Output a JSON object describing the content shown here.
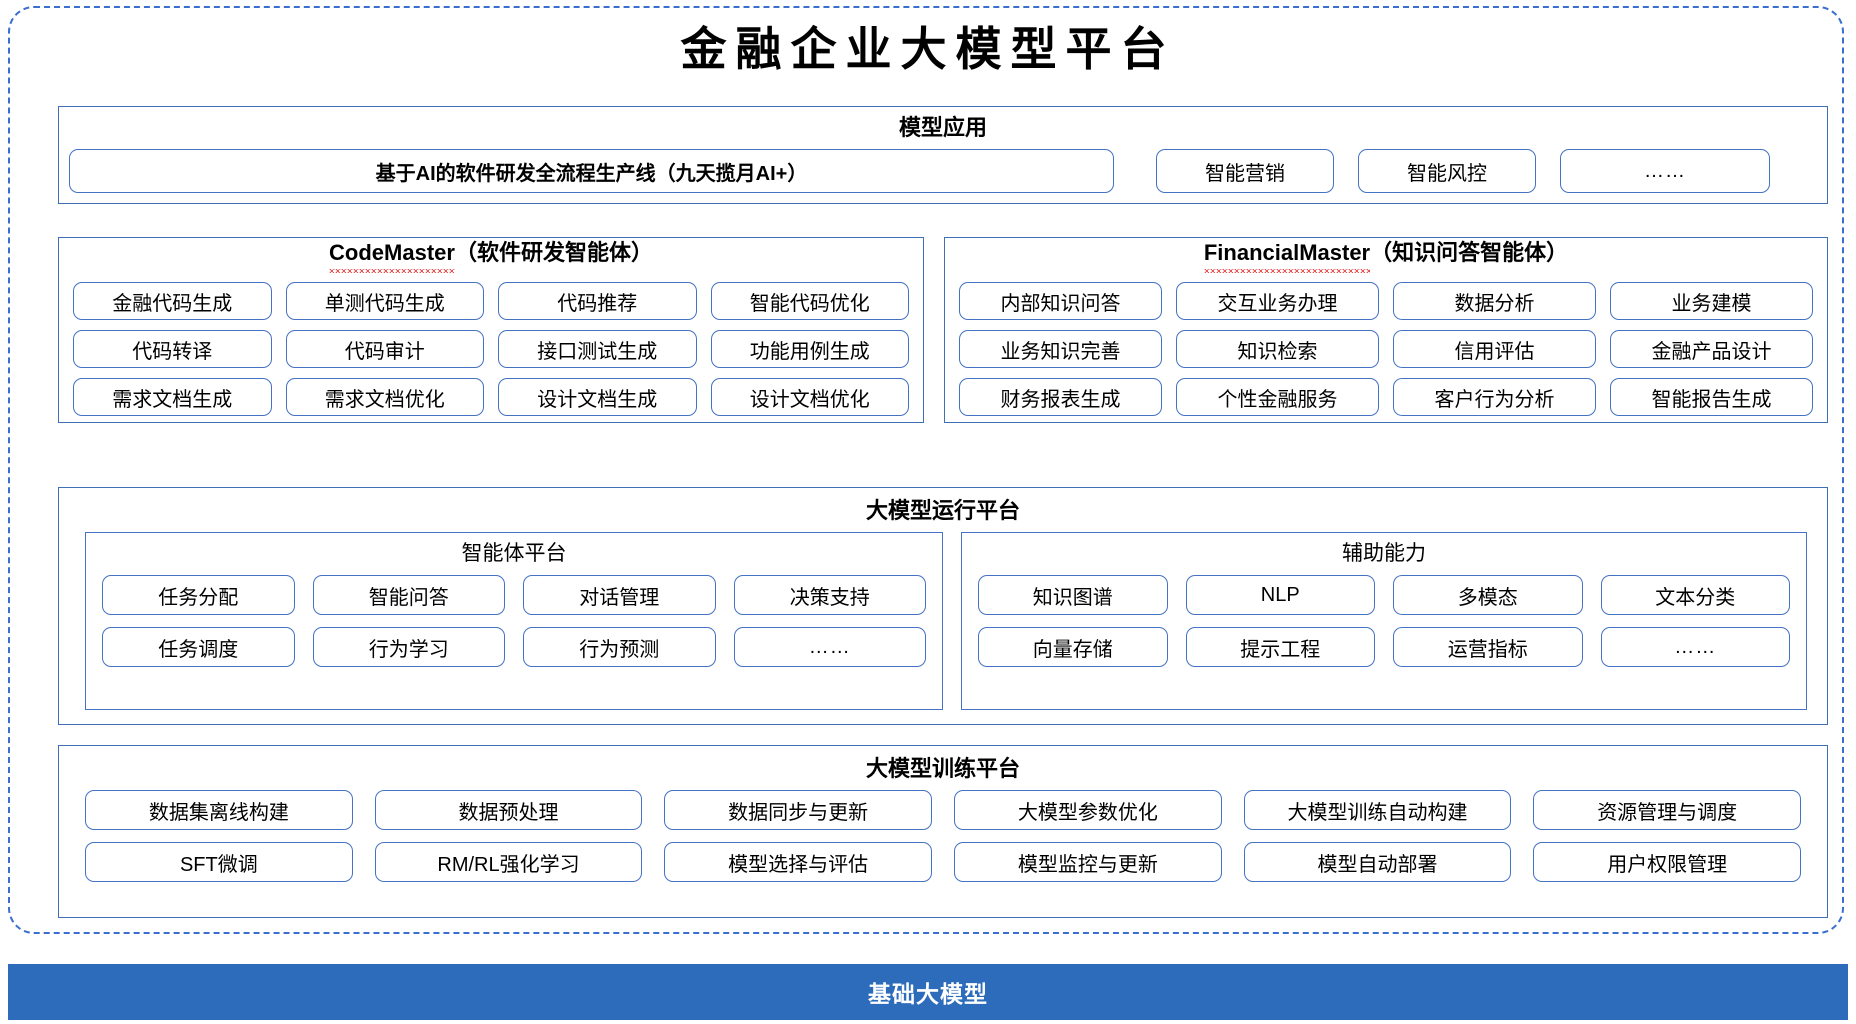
{
  "page": {
    "title": "金融企业大模型平台"
  },
  "model_application": {
    "title": "模型应用",
    "banner": "基于AI的软件研发全流程生产线（九天揽月AI+）",
    "chips": [
      "智能营销",
      "智能风控",
      "……"
    ]
  },
  "agents": [
    {
      "name_latin": "CodeMaster",
      "name_cn": "（软件研发智能体）",
      "rows": [
        [
          "金融代码生成",
          "单测代码生成",
          "代码推荐",
          "智能代码优化"
        ],
        [
          "代码转译",
          "代码审计",
          "接口测试生成",
          "功能用例生成"
        ],
        [
          "需求文档生成",
          "需求文档优化",
          "设计文档生成",
          "设计文档优化"
        ]
      ]
    },
    {
      "name_latin": "FinancialMaster",
      "name_cn": "（知识问答智能体）",
      "rows": [
        [
          "内部知识问答",
          "交互业务办理",
          "数据分析",
          "业务建模"
        ],
        [
          "业务知识完善",
          "知识检索",
          "信用评估",
          "金融产品设计"
        ],
        [
          "财务报表生成",
          "个性金融服务",
          "客户行为分析",
          "智能报告生成"
        ]
      ]
    }
  ],
  "runtime_platform": {
    "title": "大模型运行平台",
    "sub_sections": [
      {
        "title": "智能体平台",
        "rows": [
          [
            "任务分配",
            "智能问答",
            "对话管理",
            "决策支持"
          ],
          [
            "任务调度",
            "行为学习",
            "行为预测",
            "……"
          ]
        ]
      },
      {
        "title": "辅助能力",
        "rows": [
          [
            "知识图谱",
            "NLP",
            "多模态",
            "文本分类"
          ],
          [
            "向量存储",
            "提示工程",
            "运营指标",
            "……"
          ]
        ]
      }
    ]
  },
  "training_platform": {
    "title": "大模型训练平台",
    "rows": [
      [
        "数据集离线构建",
        "数据预处理",
        "数据同步与更新",
        "大模型参数优化",
        "大模型训练自动构建",
        "资源管理与调度"
      ],
      [
        "SFT微调",
        "RM/RL强化学习",
        "模型选择与评估",
        "模型监控与更新",
        "模型自动部署",
        "用户权限管理"
      ]
    ]
  },
  "foundation": {
    "label": "基础大模型"
  },
  "colors": {
    "frame_border": "#3a6fd0",
    "section_border": "#3f6fb5",
    "chip_border": "#4472c4",
    "foundation_bg": "#2d6cbb",
    "spellcheck_squiggle": "#e11b1b"
  }
}
